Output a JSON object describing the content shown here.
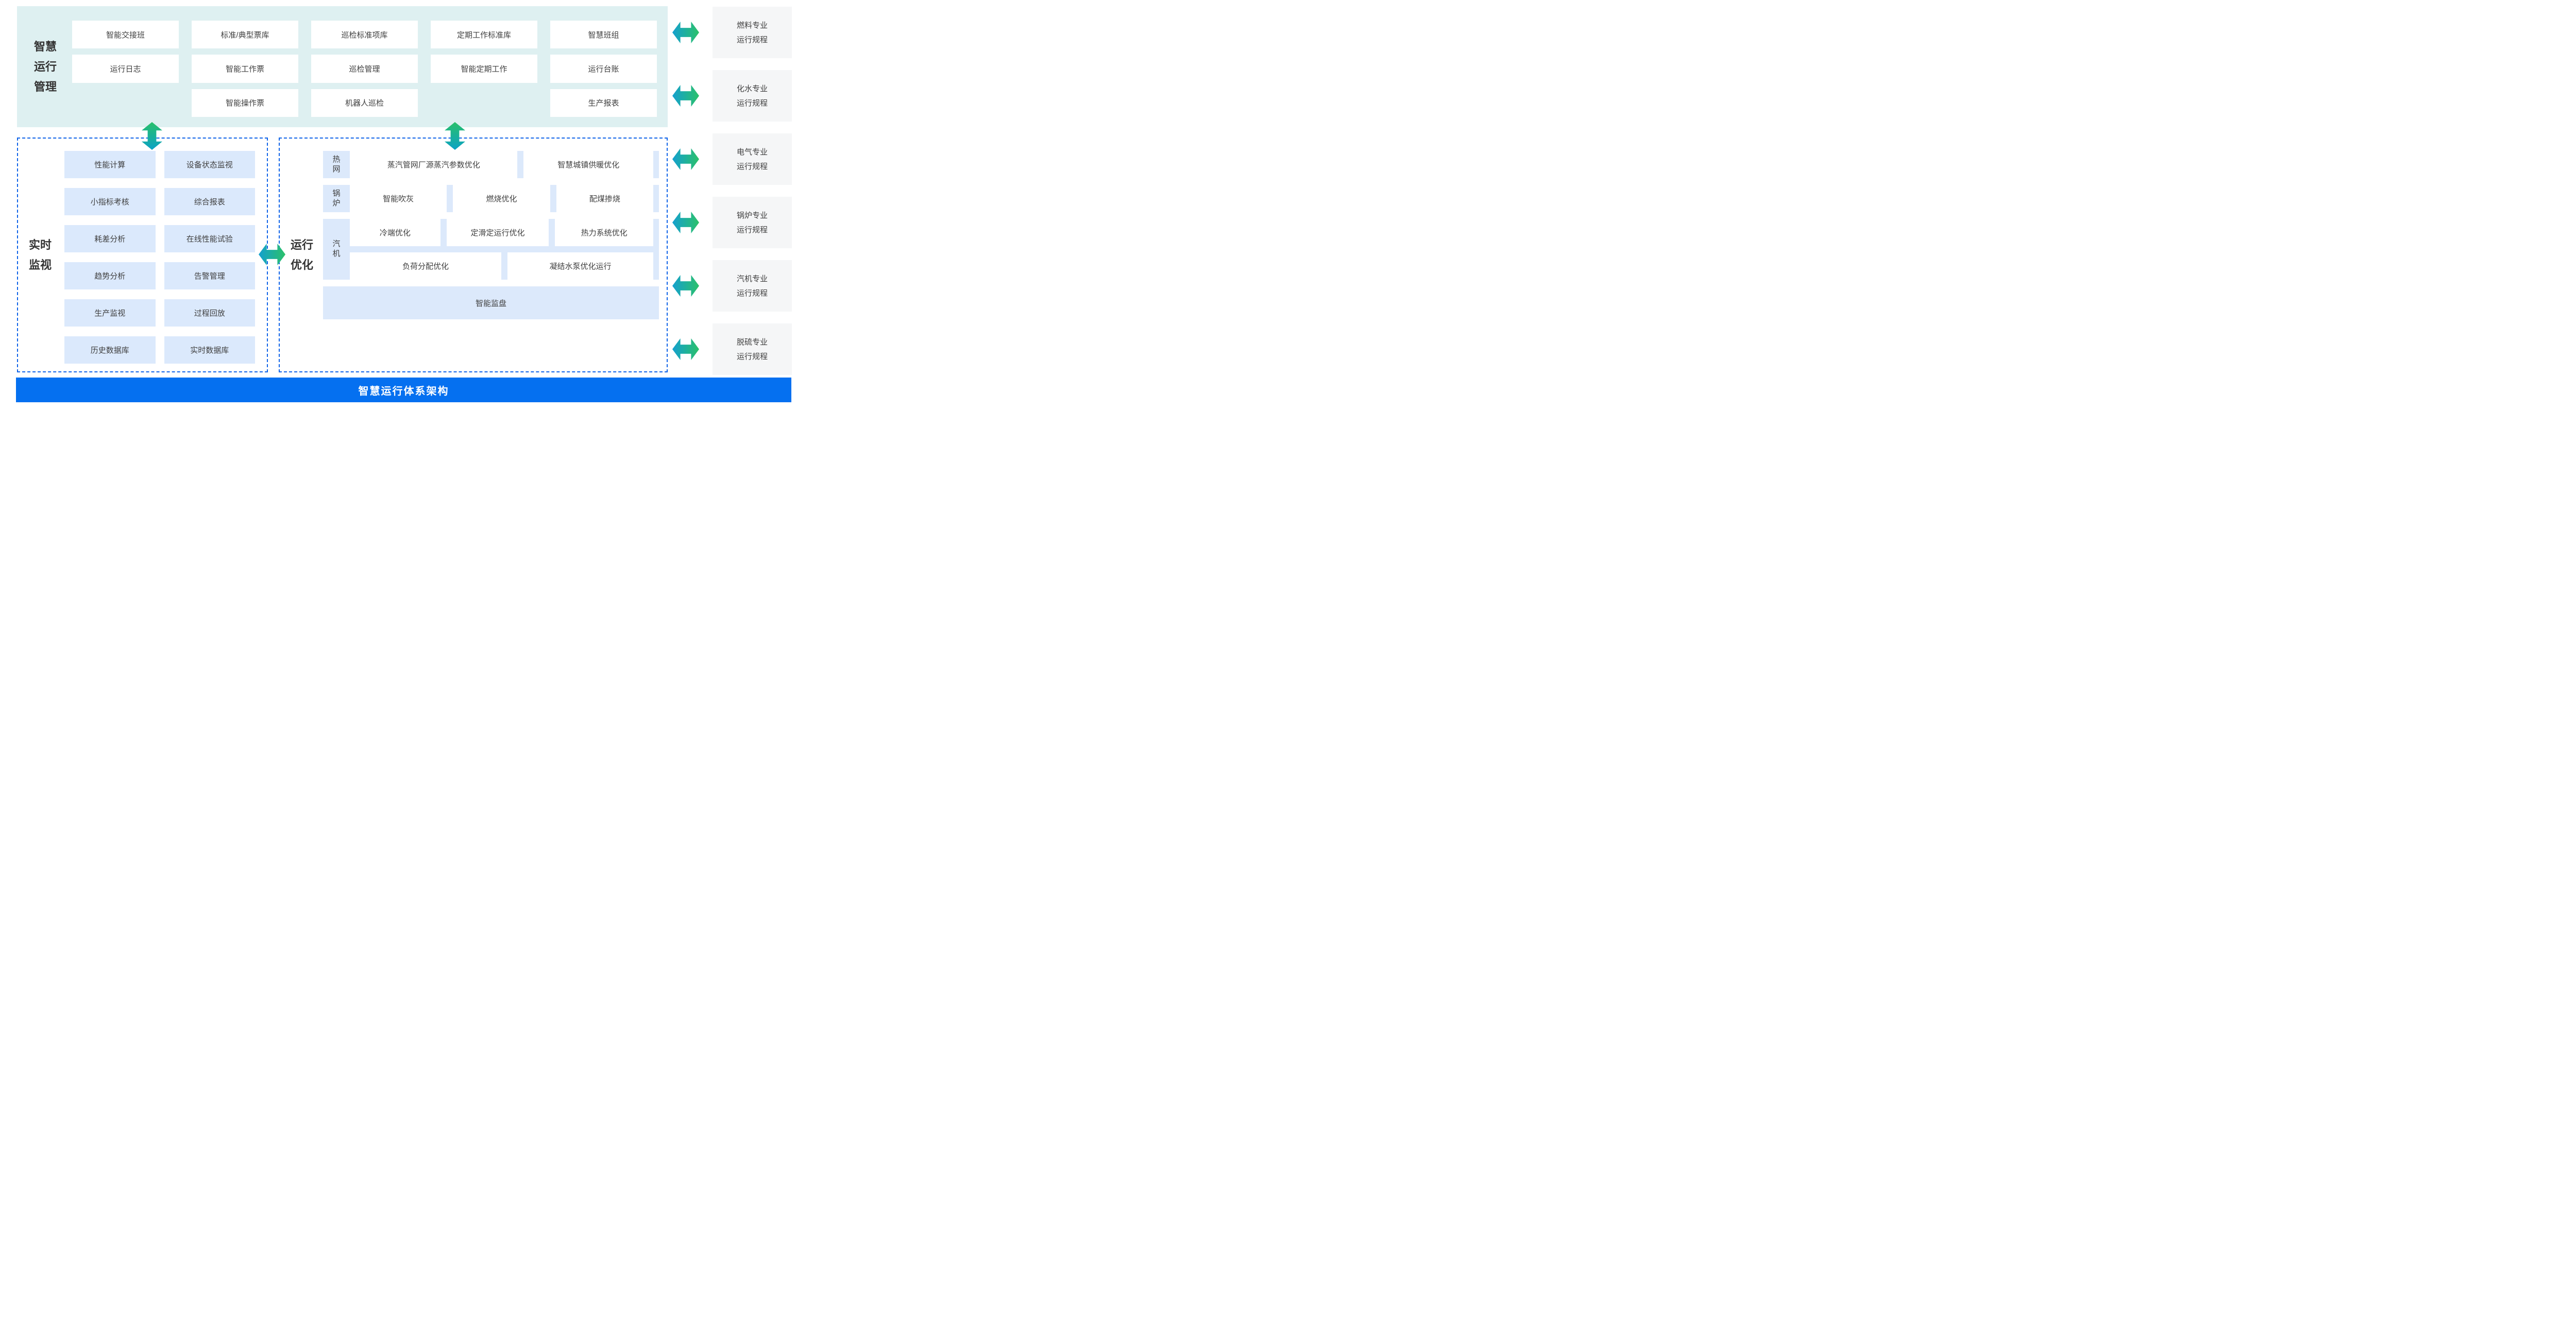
{
  "title": "智慧运行体系架构",
  "colors": {
    "top_section_bg": "#def0f1",
    "panel_box_blue": "#dbe9fc",
    "group_band_blue": "#dce9fb",
    "regulation_box_gray": "#f5f6f7",
    "footer_blue": "#0570f0",
    "dashed_border_blue": "#0f63e8",
    "arrow_teal": "#0ba2c6",
    "arrow_green": "#29c06a",
    "text_dark": "#3f3f3f"
  },
  "icons": {
    "vertical_double_arrow": "double-arrow-vertical-icon",
    "horizontal_double_arrow": "double-arrow-horizontal-icon"
  },
  "top_section": {
    "label_lines": [
      "智慧",
      "运行",
      "管理"
    ],
    "columns": [
      [
        "智能交接班",
        "运行日志"
      ],
      [
        "标准/典型票库",
        "智能工作票",
        "智能操作票"
      ],
      [
        "巡检标准项库",
        "巡检管理",
        "机器人巡检"
      ],
      [
        "定期工作标准库",
        "智能定期工作"
      ],
      [
        "智慧班组",
        "运行台账",
        "生产报表"
      ]
    ]
  },
  "left_panel": {
    "label_lines": [
      "实时",
      "监视"
    ],
    "boxes": [
      "性能计算",
      "设备状态监视",
      "小指标考核",
      "综合报表",
      "耗差分析",
      "在线性能试验",
      "趋势分析",
      "告警管理",
      "生产监视",
      "过程回放",
      "历史数据库",
      "实时数据库"
    ]
  },
  "right_panel": {
    "label_lines": [
      "运行",
      "优化"
    ],
    "groups": [
      {
        "name": "热网",
        "rows": [
          [
            "蒸汽管网厂源蒸汽参数优化",
            "智慧城镇供暖优化"
          ]
        ]
      },
      {
        "name": "锅炉",
        "rows": [
          [
            "智能吹灰",
            "燃烧优化",
            "配煤掺烧"
          ]
        ]
      },
      {
        "name": "汽机",
        "rows": [
          [
            "冷端优化",
            "定滑定运行优化",
            "热力系统优化"
          ],
          [
            "负荷分配优化",
            "凝结水泵优化运行"
          ]
        ]
      }
    ],
    "monitor_label": "智能监盘"
  },
  "right_column": {
    "items": [
      {
        "lines": [
          "燃料专业",
          "运行规程"
        ]
      },
      {
        "lines": [
          "化水专业",
          "运行规程"
        ]
      },
      {
        "lines": [
          "电气专业",
          "运行规程"
        ]
      },
      {
        "lines": [
          "锅炉专业",
          "运行规程"
        ]
      },
      {
        "lines": [
          "汽机专业",
          "运行规程"
        ]
      },
      {
        "lines": [
          "脱硫专业",
          "运行规程"
        ]
      }
    ]
  },
  "footer": {
    "title": "智慧运行体系架构"
  }
}
